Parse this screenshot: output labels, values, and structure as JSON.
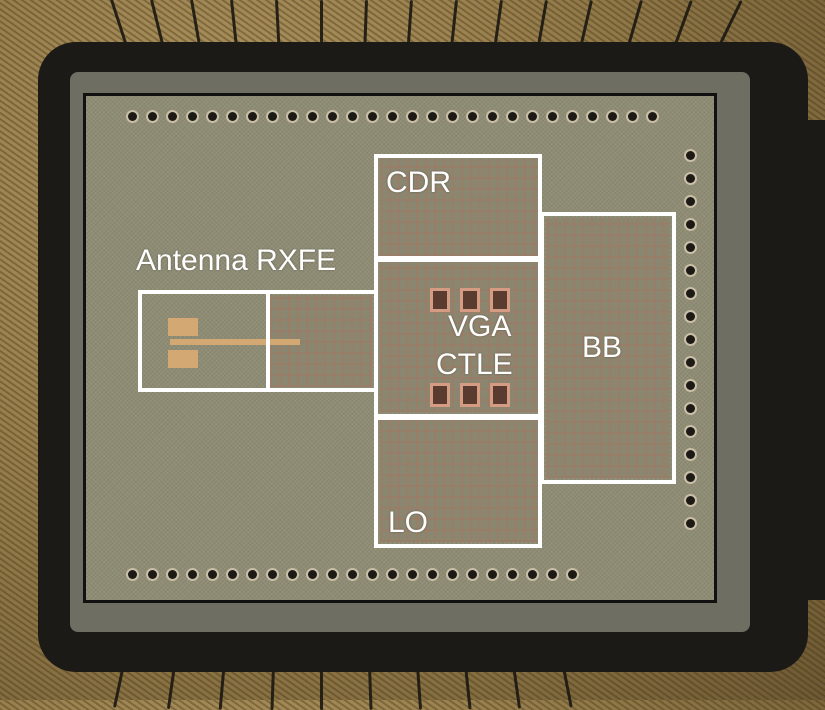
{
  "image": {
    "subject": "Chip die micrograph with labeled functional blocks",
    "colors": {
      "label_box": "#ffffff",
      "die": "#8e8c74",
      "package": "#1c1a17",
      "substrate_gold": "#a88e58"
    }
  },
  "blocks": [
    {
      "id": "antenna-rxfe",
      "label": "Antenna RXFE"
    },
    {
      "id": "cdr",
      "label": "CDR"
    },
    {
      "id": "vga-ctle",
      "label_line1": "VGA",
      "label_line2": "CTLE"
    },
    {
      "id": "bb",
      "label": "BB"
    },
    {
      "id": "lo",
      "label": "LO"
    }
  ]
}
